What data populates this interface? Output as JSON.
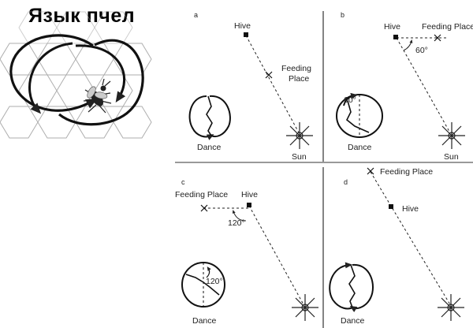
{
  "title": "Язык пчел",
  "panels": [
    {
      "letter": "a",
      "labels": {
        "hive": "Hive",
        "feeding_line1": "Feeding",
        "feeding_line2": "Place",
        "dance": "Dance",
        "sun": "Sun"
      }
    },
    {
      "letter": "b",
      "labels": {
        "hive": "Hive",
        "feeding": "Feeding Place",
        "angle": "60°",
        "dance_angle": "60°",
        "dance": "Dance",
        "sun": "Sun"
      }
    },
    {
      "letter": "c",
      "labels": {
        "hive": "Hive",
        "feeding": "Feeding Place",
        "angle": "120°",
        "dance_angle": "120°",
        "dance": "Dance"
      }
    },
    {
      "letter": "d",
      "labels": {
        "hive": "Hive",
        "feeding": "Feeding Place",
        "dance": "Dance"
      }
    }
  ]
}
